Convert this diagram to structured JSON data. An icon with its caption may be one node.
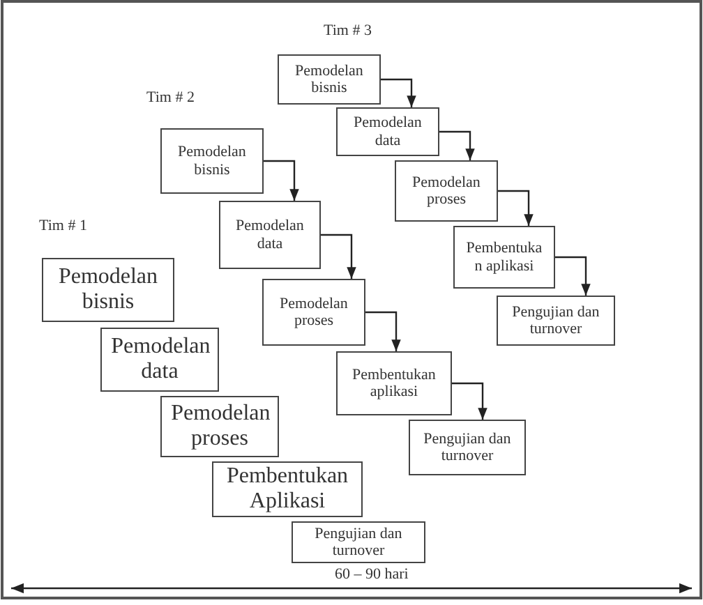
{
  "diagram": {
    "nodes": [
      {
        "text": [
          "Pemodelan bisnis"
        ]
      },
      {
        "text": [
          "Pemodelan data"
        ]
      },
      {
        "text": [
          "Pemodelan proses"
        ]
      },
      {
        "text": [
          "Pembentukan Aplikasi"
        ]
      },
      {
        "text": [
          "Pengujian dan turnover"
        ]
      },
      {
        "text": [
          "Pemodelan bisnis"
        ]
      },
      {
        "text": [
          "Pemodelan data"
        ]
      },
      {
        "text": [
          "Pemodelan proses"
        ]
      },
      {
        "text": [
          "Pembentukan aplikasi"
        ]
      },
      {
        "text": [
          "Pengujian dan turnover"
        ]
      },
      {
        "text": [
          "Pemodelan bisnis"
        ]
      },
      {
        "text": [
          "Pemodelan data"
        ]
      },
      {
        "text": [
          "Pemodelan proses"
        ]
      },
      {
        "text": [
          "Pembentuka n aplikasi"
        ]
      },
      {
        "text": [
          "Pengujian dan turnover"
        ]
      }
    ],
    "edges": [
      {
        "from": 5,
        "to": 6,
        "arrow": "to"
      },
      {
        "from": 6,
        "to": 7,
        "arrow": "to"
      },
      {
        "from": 7,
        "to": 8,
        "arrow": "to"
      },
      {
        "from": 8,
        "to": 9,
        "arrow": "to"
      },
      {
        "from": 10,
        "to": 11,
        "arrow": "to"
      },
      {
        "from": 11,
        "to": 12,
        "arrow": "to"
      },
      {
        "from": 12,
        "to": 13,
        "arrow": "to"
      },
      {
        "from": 13,
        "to": 14,
        "arrow": "to"
      }
    ],
    "labels": [
      "Tim # 3",
      "Tim # 2",
      "Tim # 1",
      "60 – 90 hari"
    ]
  }
}
